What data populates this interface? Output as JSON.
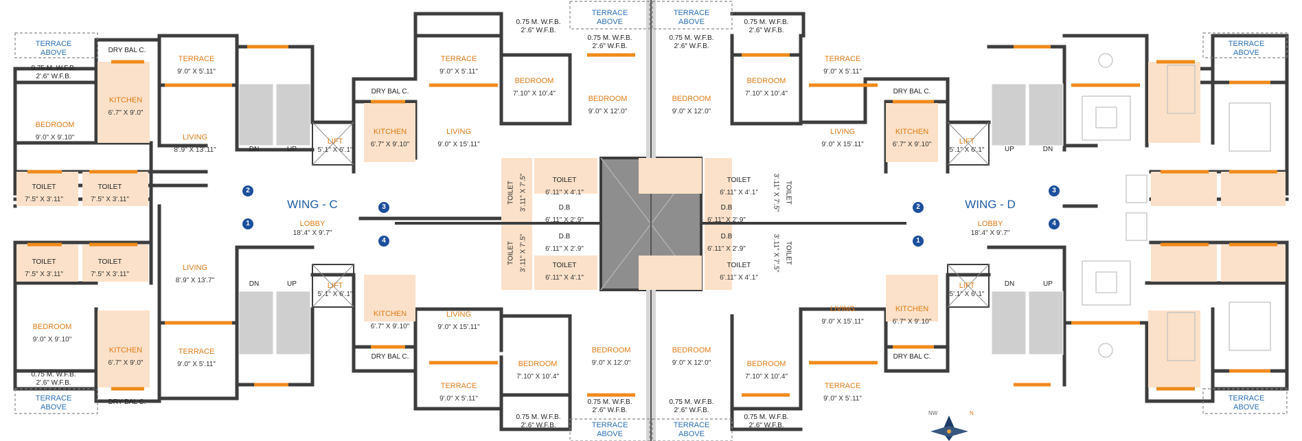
{
  "wings": {
    "c": "WING - C",
    "d": "WING - D"
  },
  "lobby": {
    "name": "LOBBY",
    "dim": "18'.4\" X 9'.7\""
  },
  "lift": {
    "name": "LIFT",
    "dim": "5'.1\" X 6'.1\""
  },
  "terrace_above": {
    "line1": "TERRACE",
    "line2": "ABOVE"
  },
  "wfb": {
    "line1": "0.75 M. W.F.B.",
    "line2": "2'.6\" W.F.B."
  },
  "dry_bal": "DRY BAL C.",
  "stairs": {
    "dn": "DN",
    "up": "UP"
  },
  "lobby_numbers": [
    "1",
    "2",
    "3",
    "4"
  ],
  "rooms": {
    "terrace": {
      "name": "TERRACE",
      "dim": "9'.0\" X 5'.11\""
    },
    "kitchen_a": {
      "name": "KITCHEN",
      "dim": "6'.7\" X 9'.0\""
    },
    "kitchen_b": {
      "name": "KITCHEN",
      "dim": "6'.7\" X 9'.10\""
    },
    "bedroom_a": {
      "name": "BEDROOM",
      "dim": "9'.0\" X 9'.10\""
    },
    "bedroom_b": {
      "name": "BEDROOM",
      "dim": "7'.10\" X 10'.4\""
    },
    "bedroom_c": {
      "name": "BEDROOM",
      "dim": "9'.0\" X 12'.0\""
    },
    "living_a": {
      "name": "LIVING",
      "dim": "8'.9\" X 13'.11\""
    },
    "living_b": {
      "name": "LIVING",
      "dim": "8'.9\" X 13'.7\""
    },
    "living_c": {
      "name": "LIVING",
      "dim": "9'.0\" X 15'.11\""
    },
    "toilet_a": {
      "name": "TOILET",
      "dim": "7'.5\" X 3'.11\""
    },
    "toilet_b": {
      "name": "TOILET",
      "dim": "6'.11\" X 4'.1\""
    },
    "toilet_c": {
      "name": "TOILET",
      "dim": "3'.11\" X 7'.5\""
    },
    "db": {
      "name": "D.B",
      "dim": "6'.11\" X 2'.9\""
    }
  },
  "colors": {
    "wall": "#3d3d3d",
    "window": "#f08a1c",
    "wet_area": "#fbe1c9",
    "wing_label": "#1f5fa6",
    "terrace_label": "#2a6fb5"
  }
}
